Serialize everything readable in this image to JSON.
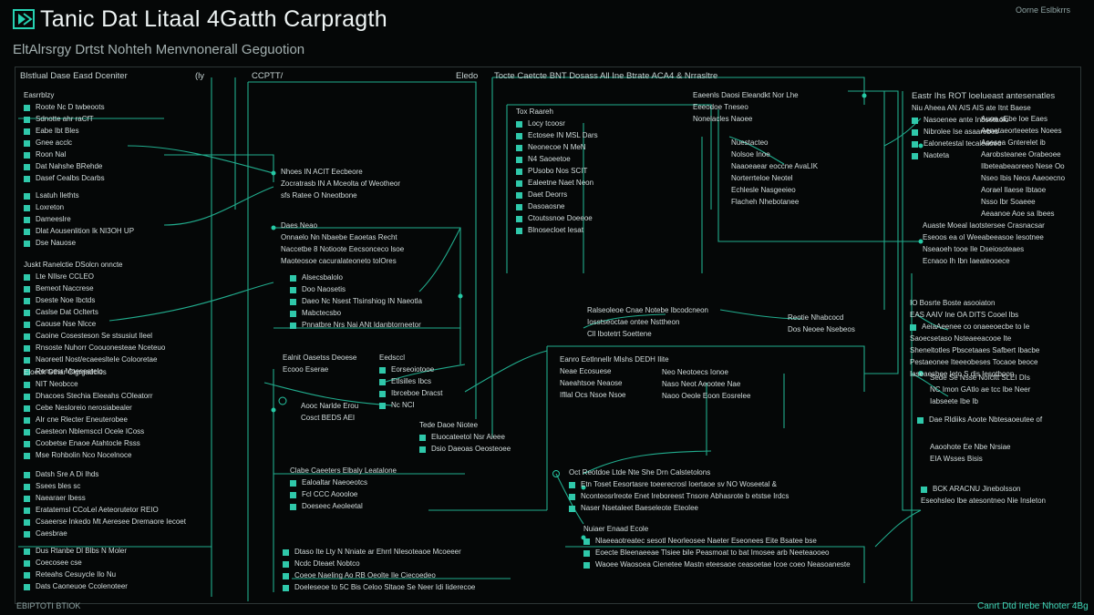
{
  "header": {
    "title": "Tanic Dat Litaal 4Gatth Carpragth",
    "subtitle": "EltAlrsrgy Drtst Nohteh Menvnonerall Geguotion",
    "top_right": "Oorne Eslbkrrs"
  },
  "footer": {
    "left": "EBIPTOTI BTIOK",
    "right": "Canrt Dtd Irebe Nhoter 4Bg"
  },
  "columns": [
    {
      "header": "Blstlual Dase Easd Dceniter",
      "groups": [
        {
          "title": "Easrrblzy",
          "items": [
            "Roote Nc D twbeoots",
            "Sdnotte ahr raCfT",
            "Eabe Ibt Bles",
            "Gnee acclc",
            "Roon Nal",
            "Dat Nahshe BRehde",
            "Dasef Cealbs Dcarbs"
          ]
        },
        {
          "title": "",
          "items": [
            "Lsatuh Ilethts",
            "Loxreton",
            "Dameeslre",
            "Dlat Aousenlition Ik NI3OH UP",
            "Dse Nauose"
          ]
        },
        {
          "title": "Juskt Ranelctie DSolcn onncte",
          "items": [
            "Lte NIlsre CCLEO",
            "Bemeot Naccrese",
            "Dseste Noe Ibctds",
            "Caslse Dat Oclterts",
            "Caouse Nse Nlcce",
            "Caoine Cosesteson Se stsusiut Ileel",
            "Rnsoste Nuhorr Coouonesteae Nceteuo",
            "Naoreetl Nost/ecaeeslteIe Colooretae",
            "Renuesr Moeseatelo"
          ]
        },
        {
          "title": "Eloeck Gthar Clgrgadclos",
          "items": [
            "NIT Neobcce",
            "Dhacoes Stechia Eleeahs COleatorr",
            "Cebe Nesloreio nerosiabealer",
            "AIr cne Rlecter Eneuterobee",
            "Caesteon Nblemsccl Ocele ICoss",
            "Coobetse Enaoe Atahtocle Rsss",
            "Mse Rohbolin Nco Nocelnoce"
          ]
        },
        {
          "title": "",
          "items": [
            "Datsh Sre A Di Ihds",
            "Ssees bles sc",
            "Naearaer Ibess",
            "Eratatemsl CCoLel Aeteorutetor REIO",
            "Csaeerse Inkedo Mt Aeresee Dremaore Iecoet",
            "Caesbrae"
          ]
        },
        {
          "title": "",
          "items": [
            "Dus Rtanbe Dl Blbs N Moler",
            "Coecosee cse",
            "Reteahs Cesuycle Ilo Nu",
            "Dats Caoneuoe Ccolenoteer"
          ]
        }
      ]
    },
    {
      "header_left": "(ly",
      "header": "CCPTT/",
      "nodes": [
        {
          "title": "",
          "items": [
            "Nhoes IN ACIT Eecbeore",
            "Zocratrasb IN A Mceolta of Weotheor",
            "sfs Ratee O Nneotbone"
          ]
        },
        {
          "title": "Daes Neao",
          "items": [
            "Onnaelo Nn Nbaebe Eaoetas Recht",
            "Naccetbe 8 Notioote Eecsonceco lsoe",
            "Maoteosoe cacuralateoneto tolOres"
          ]
        },
        {
          "title": "",
          "items": [
            "Alsecsbalolo",
            "Doo Naosetis",
            "Daeo Nc Nsest Tlsinshiog IN Naeotla",
            "Mabctecsbo",
            "Pnnatbre Nrs Nai ANt Idanbtorneetor"
          ]
        },
        {
          "title": "",
          "items": [
            "Ealnit Oasetss Deoese",
            "Ecooo Eserae",
            "Eedsccl",
            "Eorseoiotooe",
            "Etlsilles Ibcs",
            "Ibrceboe Dracst",
            "Nc NCI"
          ]
        },
        {
          "title": "",
          "items": [
            "Aooc Narlde Erou",
            "Cosct BEDS AEI"
          ]
        },
        {
          "title": "Clabe Caeeters Elbaly Leatalone",
          "items": [
            "Ealoaltar Naeoeotcs",
            "Fcl CCC Aoooloe",
            "Doeseec Aeoleetal"
          ]
        },
        {
          "title": "",
          "items": [
            "Dtaso Ite Lty N Nniate ar Ehrrl Nlesoteaoe Mcoeeer",
            "Ncdc Dteaet Nobtco",
            "Coeoe Naeling Ao RB Oeolte Ile Ciecoedeo",
            "Doeleseoe to 5C Bis Celoo Sltaoe Se Neer Idi Iiderecoe"
          ]
        }
      ]
    },
    {
      "header_left": "Eledo",
      "header": "Tocte Caetcte BNT Dosass All Ine Btrate ACA4 & Nrrasltre",
      "nodes": [
        {
          "title": "Tox Raareh",
          "items": [
            "Locy tcoosr",
            "Ectosee IN MSL Dars",
            "Neonecoe N MeN",
            "N4 Saoeetoe",
            "PUsobo Nos SCIT",
            "Ealeetne Naet Neon",
            "Daet Deorrs",
            "Dasoaosne",
            "Ctoutssnoe Doeeoe",
            "Blnosecloet Iesat"
          ]
        },
        {
          "title": "Eaeenls Daosi Eleandkt Nor Lhe",
          "items": [
            "Eeeodoe Tneseo",
            "Nonelacles Naoee"
          ]
        },
        {
          "title": "",
          "items": [
            "Nuestacteo",
            "Nolsoe Inoe",
            "Naaoeaear eoccne AvaLIK",
            "Norterrteloe Neotel",
            "Echlesle Nasgeeieo",
            "Flacheh Nhebotanee"
          ]
        },
        {
          "title": "",
          "items": [
            "Ralseoleoe Cnae Notebe Ibcodcneon",
            "Iosstseoctae ontee Nsttheon",
            "Cll Ibotetrt Soettene"
          ]
        },
        {
          "title": "Reotie Nhabcocd",
          "items": [
            "Dos Neoee Nsebeos"
          ]
        },
        {
          "title": "Eanro Eetlnnellr Mlshs DEDH Ilite",
          "items": [
            "Neae Ecosuese",
            "Naeahtsoe Neaose",
            "Ifllal Ocs Nsoe Nsoe",
            "Neo Neotoecs Ionoe",
            "Naso Neot Aeootee Nae",
            "Naoo Oeole Eoon Eosrelee"
          ]
        },
        {
          "title": "Tede Daoe Niotee",
          "items": [
            "Eluocateetol Nsr Aieee",
            "Dsio Daeoas Oeosteoee"
          ]
        },
        {
          "title": "Oct Reotdoe Ltde Nte She Drn Calstetolons",
          "items": [
            "Etn Toset Eesortasre toeerecrosl Ioertaoe sv NO Woseetal &",
            "Nconteosrlreote Enet Ireboreest Tnsore Abhasrote b etstse Irdcs",
            "Naser Nsetaleet Baeseleote Eteolee"
          ]
        },
        {
          "title": "",
          "items": [
            "Nuiaer Enaad Ecole",
            "Nlaeeaotreatec sesotl Neorleosee Naeter Eseonees Eite Bsatee bse",
            "Eoecte Bleenaeeae Tlsiee bile Peasmoat to bat Imosee arb Neeteaooeo",
            "Waoee Waosoea Cienetee Mastn eteesaoe ceasoetae Icoe coeo Neasoaneste"
          ]
        }
      ]
    },
    {
      "header": "Eastr Ihs ROT loelueast antesenatles",
      "groups": [
        {
          "title": "",
          "items": [
            "Niu Aheea AN AIS AIS ate Itnt Baese",
            "Nasoenee ante Inbsetaolo",
            "Nibrolee Ise asaarebes",
            "Ealonetestal tecaleaoeo",
            "Naoteta"
          ]
        },
        {
          "title": "",
          "items": [
            "Auoe sEbe Ioe Eaes",
            "Aenetaeorteeetes Noees",
            "Aoesea Gnterelet ib",
            "Aarobsteanee Orabeoee",
            "Ilbeteabeaoreeo Nese Oo",
            "Nseo Ibis Neos Aaeoecno",
            "Aorael Ilaese Ibtaoe",
            "Nsso Ibr Soaeee",
            "Aeaanoe Aoe sa Ibees"
          ]
        },
        {
          "title": "Auaste Moeal Iaotstersee Crasnacsar",
          "items": [
            "Eseoos ea ol Weeabeeasoe Iesotnee",
            "Nseaoeh tooe Ile Dseiosoteaes",
            "Ecnaoo Ih Ibn Iaeateooece"
          ]
        },
        {
          "title": "IO Bosrte Boste asooiaton",
          "items": [
            "EAS AAIV Ine OA DITS Cooel Ibs",
            "AeiaAeenee co onaeeoecbe to Ie",
            "Saoecsetaso Nsteaeeacooe Ite",
            "Sheneltotles Pbscetaaes Safbert Ibacbe",
            "Pestaeonee Iteeeobeses Tocaoe beoce",
            "Iaseaesbee Ieto S dis Iesotboon"
          ]
        },
        {
          "title": "",
          "items": [
            "Sede Se Nsse NoIcltt SLEI DIs",
            "NC Imon GAtlo ae tcc Ibe Neer",
            "Iabseete Ibe Ib"
          ]
        },
        {
          "title": "",
          "items": [
            "Dae Rldiiks Aoote Nbtesaoeutee of"
          ]
        },
        {
          "title": "Aaoohote Ee Nbe Nrsiae",
          "items": [
            "EIA Wsses Bisis"
          ]
        },
        {
          "title": "",
          "items": [
            "BCK ARACNU Jinebolsson",
            "Eseohsleo Ibe atesontneo Nie Insleton"
          ]
        }
      ]
    }
  ]
}
